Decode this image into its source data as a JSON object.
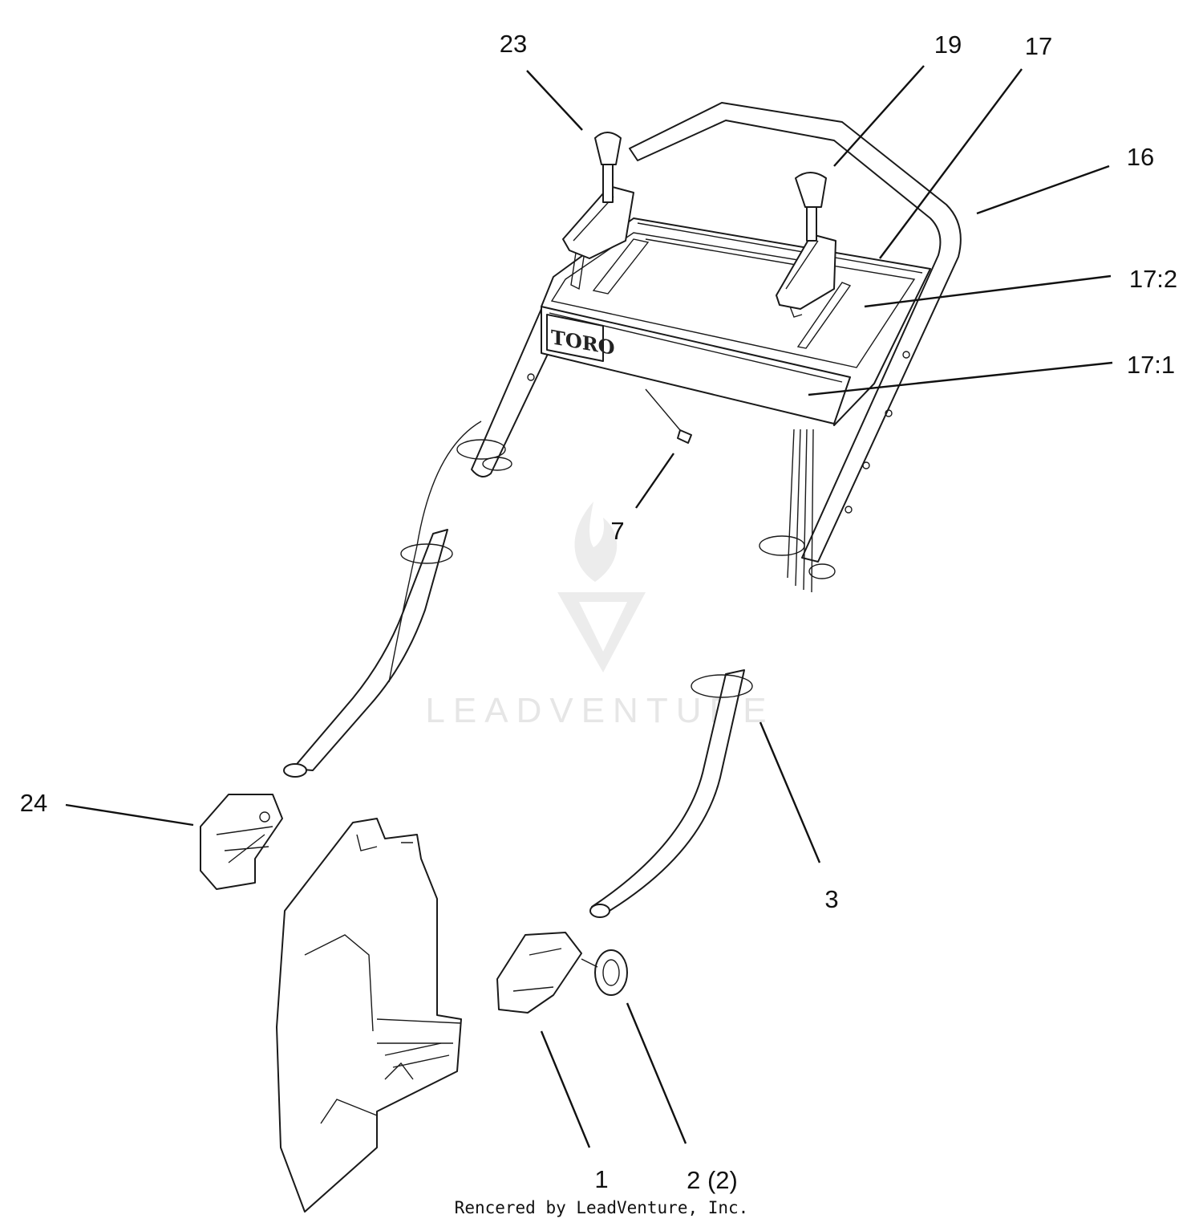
{
  "callouts": [
    {
      "label": "23"
    },
    {
      "label": "19"
    },
    {
      "label": "17"
    },
    {
      "label": "16"
    },
    {
      "label": "17:2"
    },
    {
      "label": "17:1"
    },
    {
      "label": "7"
    },
    {
      "label": "24"
    },
    {
      "label": "3"
    },
    {
      "label": "1"
    },
    {
      "label": "2 (2)"
    }
  ],
  "logo": {
    "text": "TORO"
  },
  "watermark": {
    "text": "LEADVENTURE"
  },
  "credit": {
    "text": "Rencered by LeadVenture, Inc."
  }
}
